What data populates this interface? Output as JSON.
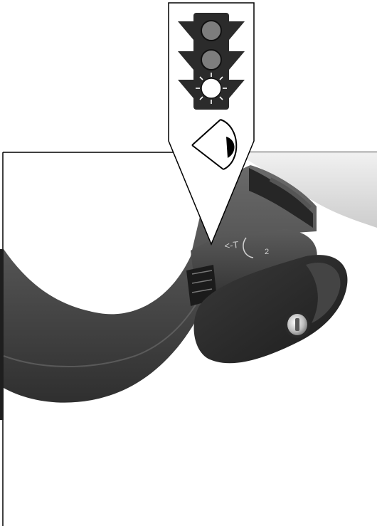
{
  "figure": {
    "part_markings": {
      "arrow_label": "<-T",
      "number_label": "2"
    },
    "traffic_light": {
      "lamps": [
        "off",
        "off",
        "on"
      ],
      "housing_color": "#2b2b2b",
      "lamp_off_color": "#7d7d7d",
      "lamp_on_color": "#ffffff"
    },
    "icons": [
      "traffic-light-icon",
      "eye-icon"
    ],
    "colors": {
      "background": "#ffffff",
      "frame_line": "#000000",
      "bracket_dark": "#3a3a3a",
      "bracket_mid": "#5a5a5a",
      "clamp_body": "#2e2e2e",
      "tube_light": "#e4e4e4",
      "key_cylinder": "#cfcfcf"
    }
  }
}
